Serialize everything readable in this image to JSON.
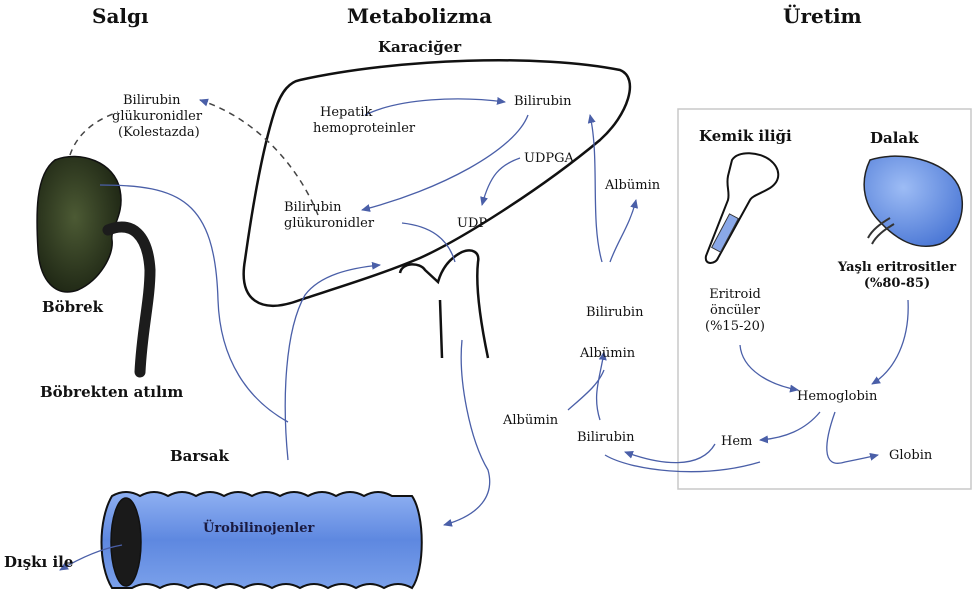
{
  "headers": {
    "secretion": "Salgı",
    "metabolism": "Metabolizma",
    "production": "Üretim"
  },
  "liver": {
    "title": "Karaciğer",
    "hepatic_line1": "Hepatik",
    "hepatic_line2": "hemoproteinler",
    "bilirubin": "Bilirubin",
    "udpga": "UDPGA",
    "glucuronides_line1": "Bilirubin",
    "glucuronides_line2": "glükuronidler",
    "udp": "UDP"
  },
  "kidney": {
    "urine_line1": "Bilirubin",
    "urine_line2": "glükuronidler",
    "urine_line3": "(Kolestazda)",
    "label": "Böbrek",
    "excretion": "Böbrekten atılım"
  },
  "intestine": {
    "label": "Barsak",
    "urobilinogen": "Ürobilinojenler",
    "feces": "Dışkı ile"
  },
  "blood": {
    "albumin_top": "Albümin",
    "bilirubin_mid": "Bilirubin",
    "albumin_mid": "Albümin",
    "albumin_low": "Albümin",
    "bilirubin_low": "Bilirubin"
  },
  "production_box": {
    "bone_marrow": "Kemik iliği",
    "spleen": "Dalak",
    "eritroid_line1": "Eritroid",
    "eritroid_line2": "öncüler",
    "eritroid_line3": "(%15-20)",
    "old_rbc_line1": "Yaşlı eritrositler",
    "old_rbc_line2": "(%80-85)",
    "hemoglobin": "Hemoglobin",
    "hem": "Hem",
    "globin": "Globin"
  },
  "colors": {
    "arrow": "#4a5fa8",
    "outline": "#111111",
    "organ_blue": "#6f96e8",
    "kidney_green": "#2f3b22"
  }
}
